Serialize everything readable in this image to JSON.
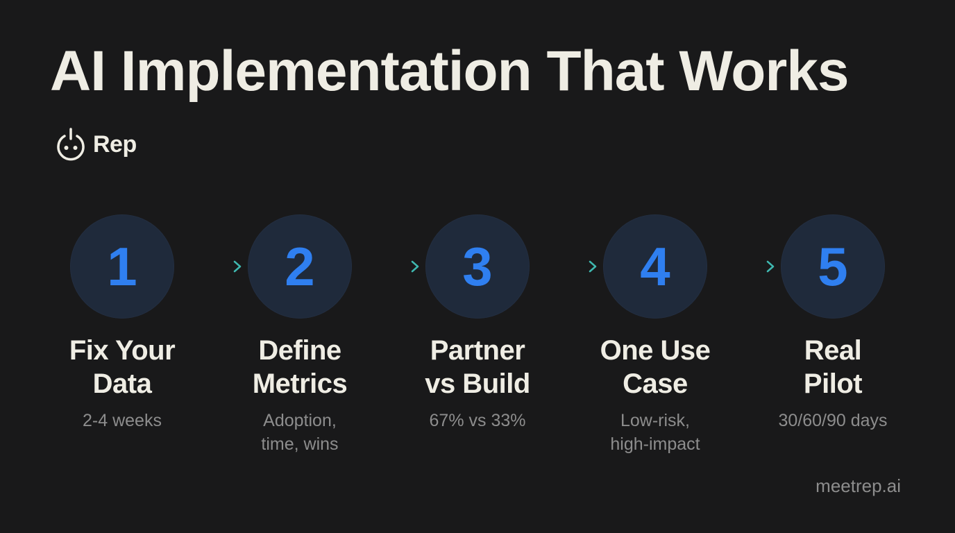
{
  "header": {
    "title": "AI Implementation That Works",
    "brand": {
      "icon": "power-smile-icon",
      "name": "Rep"
    }
  },
  "steps": [
    {
      "number": "1",
      "title": "Fix Your\nData",
      "subtitle": "2-4 weeks"
    },
    {
      "number": "2",
      "title": "Define\nMetrics",
      "subtitle": "Adoption,\ntime, wins"
    },
    {
      "number": "3",
      "title": "Partner\nvs Build",
      "subtitle": "67% vs 33%"
    },
    {
      "number": "4",
      "title": "One Use\nCase",
      "subtitle": "Low-risk,\nhigh-impact"
    },
    {
      "number": "5",
      "title": "Real\nPilot",
      "subtitle": "30/60/90 days"
    }
  ],
  "connectors": {
    "icon": "arrow-right-icon",
    "count": 4
  },
  "footer": {
    "url_text": "meetrep.ai"
  },
  "colors": {
    "background": "#19191a",
    "circle_fill": "#1f2a3b",
    "number_blue": "#2f7ff0",
    "arrow_teal": "#3fb8b0",
    "title_text": "#efede4",
    "muted_text": "#8d8d8d"
  }
}
